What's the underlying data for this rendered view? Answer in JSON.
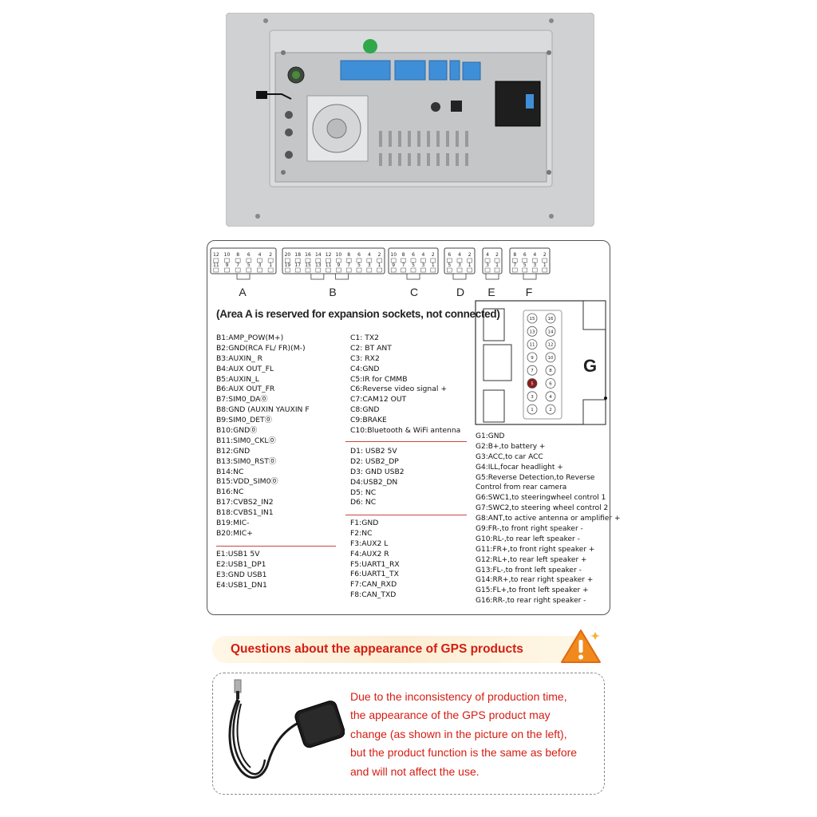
{
  "connectors": {
    "A": {
      "label": "A",
      "top": [
        "12",
        "10",
        "8",
        "6",
        "4",
        "2"
      ],
      "bottom": [
        "11",
        "9",
        "7",
        "5",
        "3",
        "1"
      ]
    },
    "B": {
      "label": "B",
      "top": [
        "20",
        "18",
        "16",
        "14",
        "12",
        "10",
        "8",
        "6",
        "4",
        "2"
      ],
      "bottom": [
        "19",
        "17",
        "15",
        "13",
        "11",
        "9",
        "7",
        "5",
        "3",
        "1"
      ]
    },
    "C": {
      "label": "C",
      "top": [
        "10",
        "8",
        "6",
        "4",
        "2"
      ],
      "bottom": [
        "9",
        "7",
        "5",
        "3",
        "1"
      ]
    },
    "D": {
      "label": "D",
      "top": [
        "6",
        "4",
        "2"
      ],
      "bottom": [
        "5",
        "3",
        "1"
      ]
    },
    "E": {
      "label": "E",
      "top": [
        "4",
        "2"
      ],
      "bottom": [
        "3",
        "1"
      ]
    },
    "F": {
      "label": "F",
      "top": [
        "8",
        "6",
        "4",
        "2"
      ],
      "bottom": [
        "7",
        "5",
        "3",
        "1"
      ]
    },
    "G": {
      "label": "G",
      "pins": [
        "15",
        "16",
        "13",
        "14",
        "11",
        "12",
        "9",
        "10",
        "7",
        "8",
        "5",
        "6",
        "3",
        "4",
        "1",
        "2"
      ]
    }
  },
  "area_note": "(Area A is reserved for expansion sockets, not connected)",
  "b_pins": [
    "B1:AMP_POW(M+)",
    "B2:GND(RCA FL/ FR)(M-)",
    "B3:AUXIN_ R",
    "B4:AUX OUT_FL",
    "B5:AUXIN_L",
    "B6:AUX OUT_FR",
    "B7:SIM0_DA⓪",
    "B8:GND (AUXIN YAUXIN F",
    "B9:SIM0_DET⓪",
    "B10:GND⓪",
    "B11:SIM0_CKL⓪",
    "B12:GND",
    "B13:SIM0_RST⓪",
    "B14:NC",
    "B15:VDD_SIM0⓪",
    "B16:NC",
    "B17:CVBS2_IN2",
    "B18:CVBS1_IN1",
    "B19:MIC-",
    "B20:MIC+"
  ],
  "e_pins": [
    "E1:USB1 5V",
    "E2:USB1_DP1",
    "E3:GND USB1",
    "E4:USB1_DN1"
  ],
  "c_pins": [
    "C1: TX2",
    "C2: BT ANT",
    "C3: RX2",
    "C4:GND",
    "C5:IR for CMMB",
    "C6:Reverse video signal +",
    "C7:CAM12 OUT",
    "C8:GND",
    "C9:BRAKE",
    "C10:Bluetooth & WiFi antenna"
  ],
  "d_pins": [
    "D1: USB2 5V",
    "D2: USB2_DP",
    "D3: GND USB2",
    "D4:USB2_DN",
    "D5: NC",
    "D6: NC"
  ],
  "f_pins": [
    "F1:GND",
    "F2:NC",
    "F3:AUX2 L",
    "F4:AUX2 R",
    "F5:UART1_RX",
    "F6:UART1_TX",
    "F7:CAN_RXD",
    "F8:CAN_TXD"
  ],
  "g_pins": [
    "G1:GND",
    "G2:B+,to battery +",
    "G3:ACC,to car ACC",
    "G4:ILL,focar headlight +",
    "G5:Reverse Detection,to Reverse",
    "Control from rear camera",
    "G6:SWC1,to steeringwheel control 1",
    "G7:SWC2,to steering wheel control 2",
    "G8:ANT,to active antenna or amplifier +",
    "G9:FR-,to front right speaker -",
    "G10:RL-,to rear left speaker -",
    "G11:FR+,to front right speaker +",
    "G12:RL+,to rear left speaker +",
    "G13:FL-,to front left speaker -",
    "G14:RR+,to rear right speaker +",
    "G15:FL+,to front left speaker +",
    "G16:RR-,to rear right speaker -"
  ],
  "gps": {
    "banner": "Questions about the appearance of GPS products",
    "lines": [
      "Due to the inconsistency of production time,",
      "the appearance of the GPS product may",
      "change (as shown in the picture on the left),",
      "but the product function is the same as before",
      "and will not affect the use."
    ]
  },
  "colors": {
    "accent_red": "#d51d12",
    "connector_blue": "#3f8fd8",
    "panel_border": "#555555",
    "device_gray": "#c9cbcd"
  }
}
